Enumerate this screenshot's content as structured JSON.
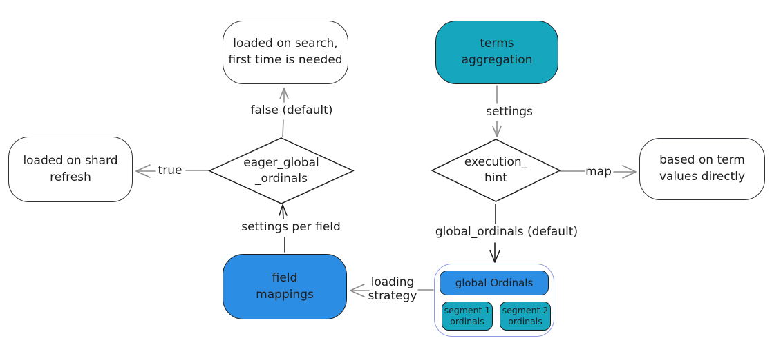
{
  "colors": {
    "teal": "#16a7bf",
    "blue": "#2b8de4",
    "container_border": "#8f99e6",
    "edge_gray": "#8c8c8c",
    "edge_black": "#1e1e1e",
    "text": "#1e1e1e",
    "background": "#ffffff"
  },
  "nodes": {
    "loaded_on_search": {
      "line1": "loaded on search,",
      "line2": "first time is needed"
    },
    "terms_aggregation": {
      "line1": "terms",
      "line2": "aggregation"
    },
    "eager_diamond": {
      "line1": "eager_global",
      "line2": "_ordinals"
    },
    "execution_diamond": {
      "line1": "execution_",
      "line2": "hint"
    },
    "loaded_on_shard": {
      "line1": "loaded on shard",
      "line2": "refresh"
    },
    "based_on_term": {
      "line1": "based on term",
      "line2": "values directly"
    },
    "field_mappings": {
      "line1": "field",
      "line2": "mappings"
    },
    "global_ordinals_group": {
      "title": "global Ordinals",
      "segment1": {
        "line1": "segment 1",
        "line2": "ordinals"
      },
      "segment2": {
        "line1": "segment 2",
        "line2": "ordinals"
      }
    }
  },
  "edge_labels": {
    "false_default": "false (default)",
    "true_label": "true",
    "settings": "settings",
    "map": "map",
    "settings_per_field": "settings per field",
    "global_ordinals_default": "global_ordinals (default)",
    "loading": {
      "line1": "loading",
      "line2": "strategy"
    }
  }
}
